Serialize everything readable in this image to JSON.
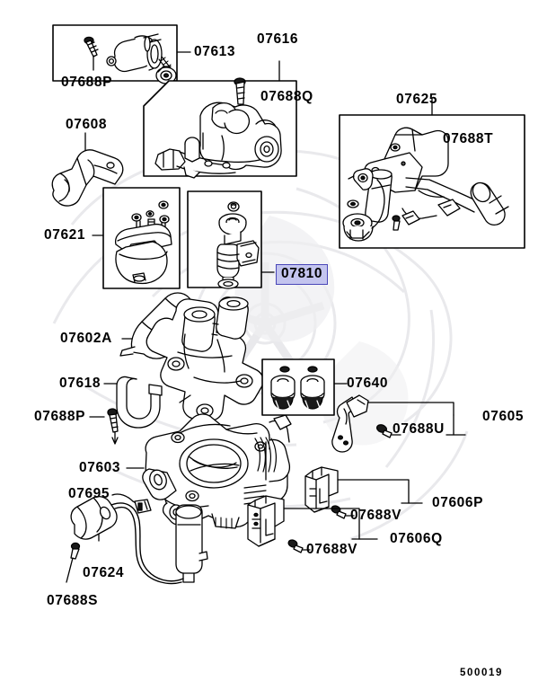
{
  "page": {
    "sheet_number": "500019",
    "highlight_color": "#c3c4ee",
    "highlight_border_color": "#4a47b8",
    "line_color": "#000000",
    "background_color": "#ffffff"
  },
  "labels": {
    "l07613": "07613",
    "l07688P_top": "07688P",
    "l07616": "07616",
    "l07688Q": "07688Q",
    "l07625": "07625",
    "l07688T": "07688T",
    "l07608": "07608",
    "l07621": "07621",
    "l07810": "07810",
    "l07602A": "07602A",
    "l07618": "07618",
    "l07688P_mid": "07688P",
    "l07640": "07640",
    "l07605": "07605",
    "l07688U": "07688U",
    "l07603": "07603",
    "l07695": "07695",
    "l07606P": "07606P",
    "l07688V_upper": "07688V",
    "l07606Q": "07606Q",
    "l07688V_lower": "07688V",
    "l07624": "07624",
    "l07688S": "07688S"
  },
  "parts": [
    {
      "ref": "07613",
      "kind": "boxed-assembly",
      "contains": [
        "07688P"
      ]
    },
    {
      "ref": "07688P",
      "kind": "bolt"
    },
    {
      "ref": "07616",
      "kind": "boxed-assembly",
      "contains": [
        "07688Q"
      ]
    },
    {
      "ref": "07688Q",
      "kind": "bolt"
    },
    {
      "ref": "07625",
      "kind": "boxed-assembly",
      "contains": [
        "07688T"
      ]
    },
    {
      "ref": "07688T",
      "kind": "bolt"
    },
    {
      "ref": "07608",
      "kind": "bracket"
    },
    {
      "ref": "07621",
      "kind": "boxed-assembly"
    },
    {
      "ref": "07810",
      "kind": "boxed-assembly",
      "highlighted": true
    },
    {
      "ref": "07602A",
      "kind": "actuator"
    },
    {
      "ref": "07618",
      "kind": "hose"
    },
    {
      "ref": "07640",
      "kind": "boxed-assembly"
    },
    {
      "ref": "07605",
      "kind": "grouped",
      "contains": [
        "07688U"
      ]
    },
    {
      "ref": "07688U",
      "kind": "bolt"
    },
    {
      "ref": "07603",
      "kind": "throttle-body"
    },
    {
      "ref": "07695",
      "kind": "clip"
    },
    {
      "ref": "07606P",
      "kind": "grouped",
      "contains": [
        "07688V"
      ]
    },
    {
      "ref": "07606Q",
      "kind": "grouped",
      "contains": [
        "07688V"
      ]
    },
    {
      "ref": "07688V",
      "kind": "bolt"
    },
    {
      "ref": "07624",
      "kind": "sensor"
    },
    {
      "ref": "07688S",
      "kind": "bolt"
    }
  ]
}
